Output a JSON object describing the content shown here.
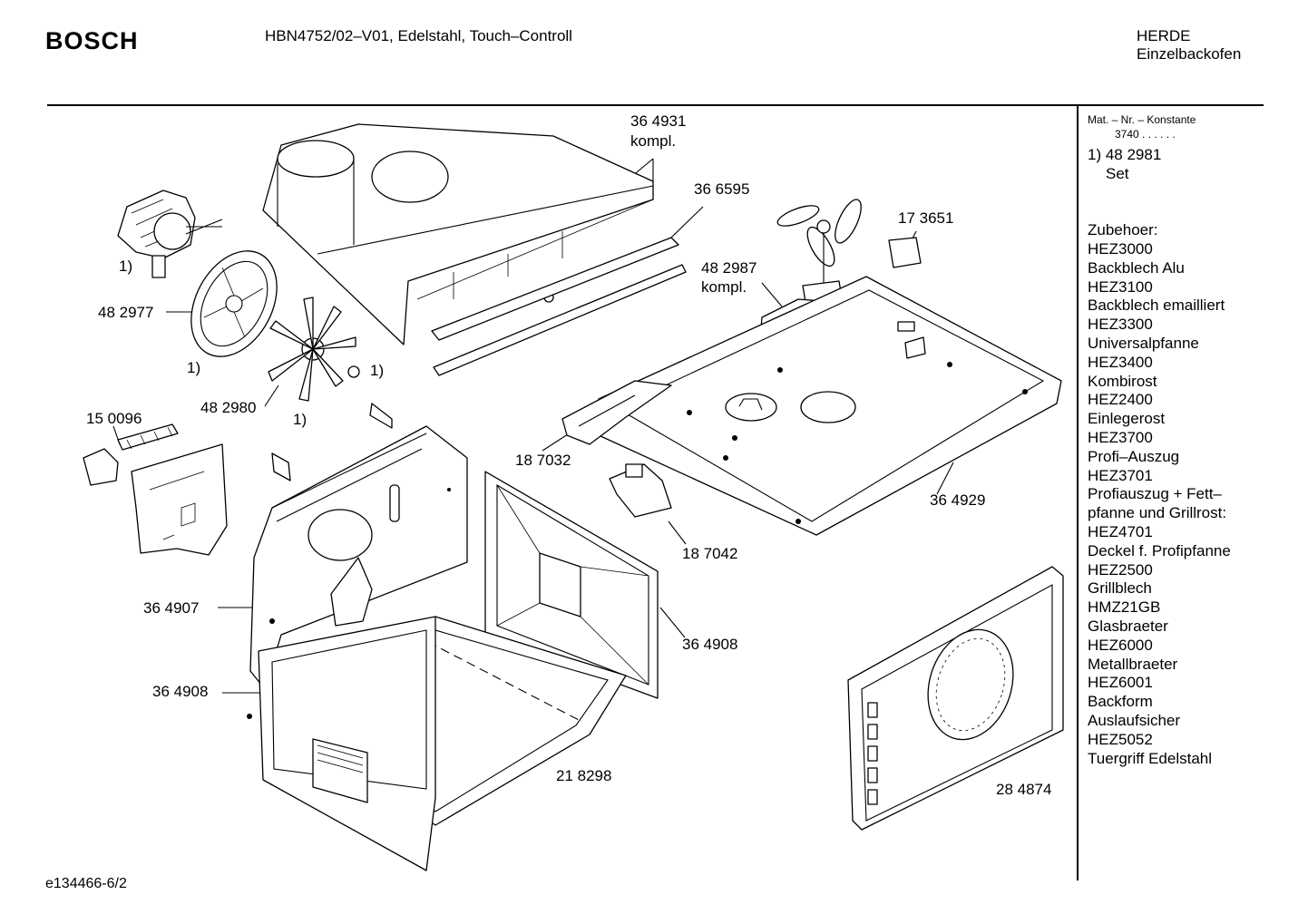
{
  "header": {
    "brand": "BOSCH",
    "model_line": "HBN4752/02–V01, Edelstahl, Touch–Controll",
    "category_line1": "HERDE",
    "category_line2": "Einzelbackofen"
  },
  "sidebar": {
    "mat_label": "Mat. – Nr. – Konstante",
    "mat_value": "3740 . . . . . .",
    "set_line1": "1) 48 2981",
    "set_line2": "Set",
    "accessories_title": "Zubehoer:",
    "accessories": [
      "HEZ3000",
      "Backblech Alu",
      "HEZ3100",
      "Backblech emailliert",
      "HEZ3300",
      "Universalpfanne",
      "HEZ3400",
      "Kombirost",
      "HEZ2400",
      "Einlegerost",
      "HEZ3700",
      "Profi–Auszug",
      "HEZ3701",
      "Profiauszug + Fett–",
      "pfanne und Grillrost:",
      "HEZ4701",
      "Deckel f. Profipfanne",
      "HEZ2500",
      "Grillblech",
      "HMZ21GB",
      "Glasbraeter",
      "HEZ6000",
      "Metallbraeter",
      "HEZ6001",
      "Backform",
      "Auslaufsicher",
      "HEZ5052",
      "Tuergriff Edelstahl"
    ]
  },
  "part_labels": {
    "p364931": "36 4931",
    "p364931_note": "kompl.",
    "p366595": "36 6595",
    "p173651": "17 3651",
    "p482987": "48 2987",
    "p482987_note": "kompl.",
    "p482977": "48 2977",
    "p482980": "48 2980",
    "p150096": "15 0096",
    "p187032": "18 7032",
    "p187042": "18 7042",
    "p364929": "36 4929",
    "p364907": "36 4907",
    "p364908a": "36 4908",
    "p364908b": "36 4908",
    "p218298": "21 8298",
    "p284874": "28 4874",
    "set_mark_1": "1)",
    "set_mark_2": "1)",
    "set_mark_3": "1)",
    "set_mark_4": "1)"
  },
  "footer": {
    "drawing_id": "e134466-6/2"
  }
}
